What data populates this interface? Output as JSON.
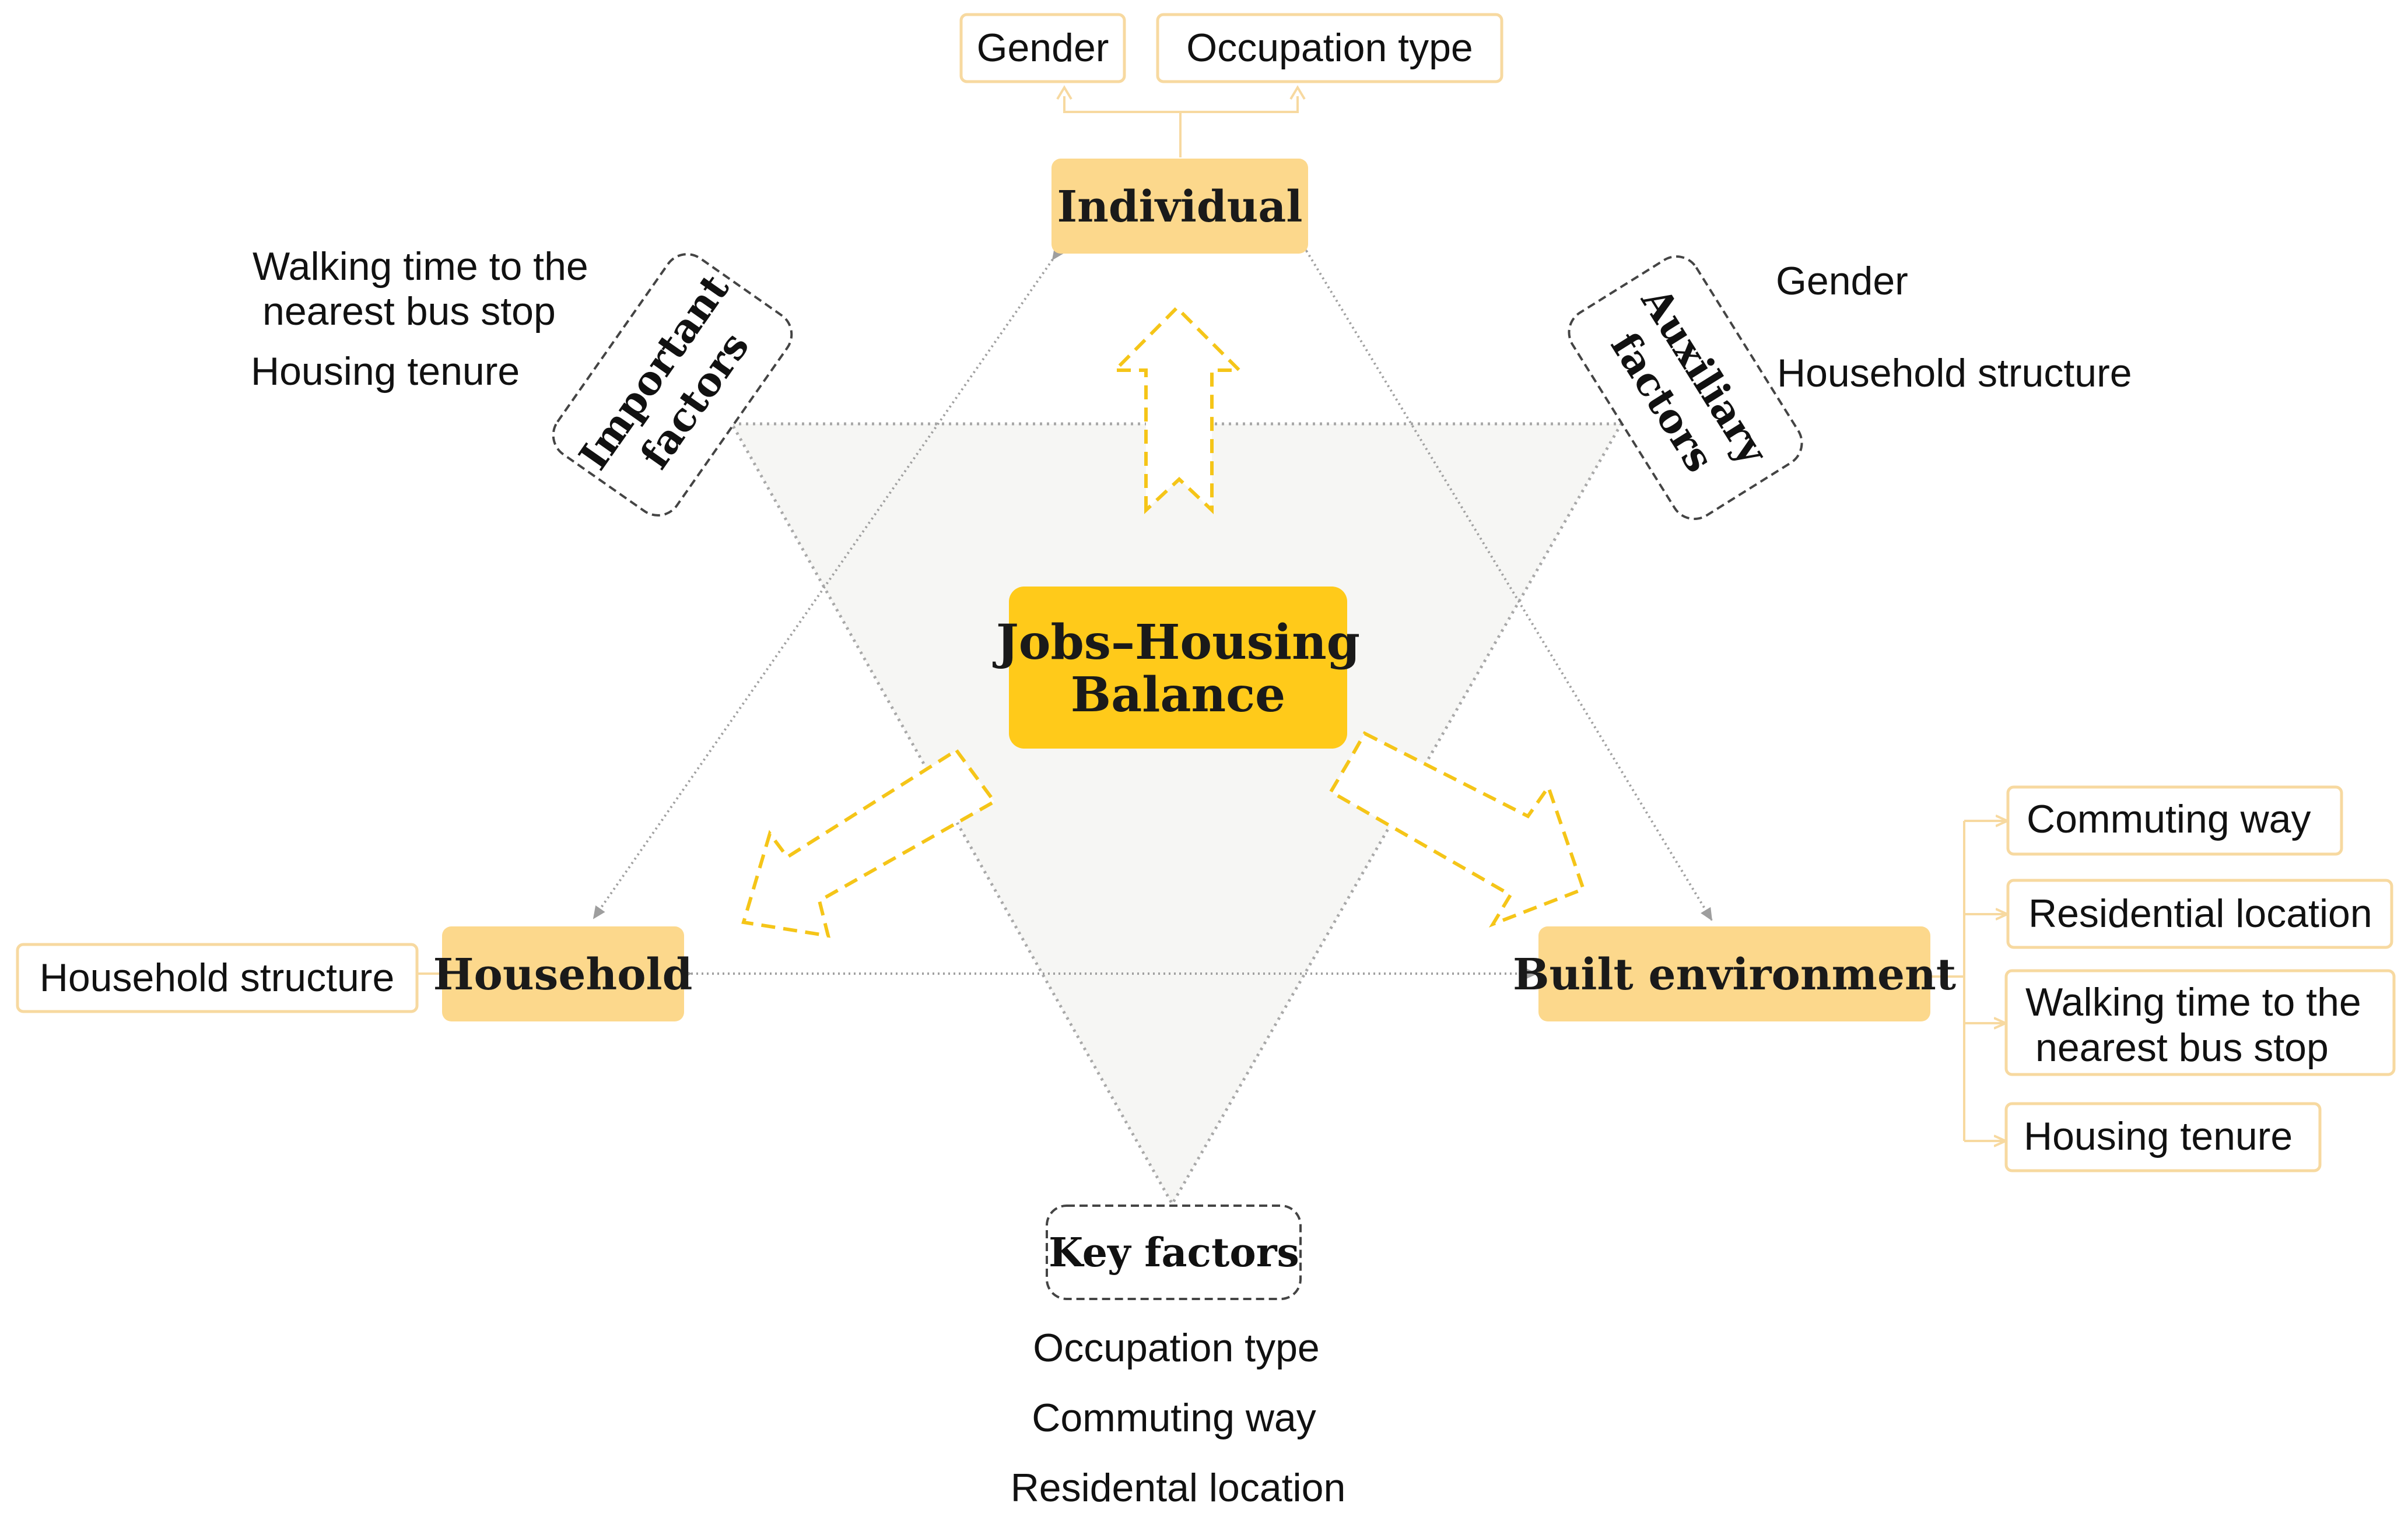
{
  "center": {
    "line1": "Jobs–Housing",
    "line2": "Balance"
  },
  "nodes": {
    "individual": "Individual",
    "household": "Household",
    "built_environment": "Built environment"
  },
  "individual_attributes": [
    "Gender",
    "Occupation type"
  ],
  "household_attributes": [
    "Household structure"
  ],
  "built_environment_attributes": [
    {
      "line1": "Commuting way"
    },
    {
      "line1": "Residential location"
    },
    {
      "line1": "Walking time to the",
      "line2": "nearest bus stop"
    },
    {
      "line1": "Housing tenure"
    }
  ],
  "factor_groups": {
    "important": {
      "label_line1": "Important",
      "label_line2": "factors",
      "items": [
        "Walking time to the",
        "nearest bus stop",
        "Housing tenure"
      ]
    },
    "auxiliary": {
      "label_line1": "Auxiliary",
      "label_line2": "factors",
      "items": [
        "Gender",
        "Household structure"
      ]
    },
    "key": {
      "label": "Key factors",
      "items": [
        "Occupation type",
        "Commuting way",
        "Residental location"
      ]
    }
  },
  "colors": {
    "node_fill": "#FCD88C",
    "center_fill": "#FFCA1A",
    "attr_border": "#F7D9A0",
    "dashed_arrow": "#F5C518",
    "triangle_fill": "#F6F6F4",
    "connector": "#9E9E9E"
  }
}
